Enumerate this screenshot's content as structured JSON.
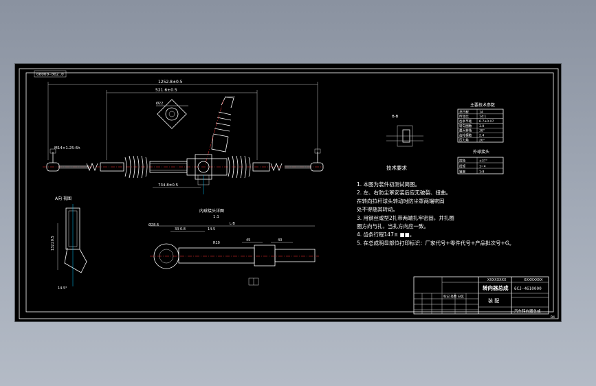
{
  "drawing": {
    "tag_box": "00000-00Z.0",
    "dim_overall": "1252.8±0.5",
    "dim_inner": "521.6±0.5",
    "dim_rack": "734.8±0.5",
    "dim_left": "M14×1.25-6h",
    "view_label_side": "A向 视图",
    "section_title": "内球接头详图",
    "section_scale": "1:1",
    "section_dim_main": "L·B",
    "section_dim_a": "33·0.8",
    "section_dim_b": "14.5",
    "section_dim_c": "45",
    "section_dim_d": "40",
    "section_label_left": "Ø28.6",
    "section_label_r": "R10",
    "small_view_label": "B-B",
    "table1_title": "主要技术参数",
    "table1_rows": [
      {
        "k": "总行程",
        "v": "14"
      },
      {
        "k": "传动比",
        "v": "14:1"
      },
      {
        "k": "齿条节距",
        "v": "6.7±0.07"
      },
      {
        "k": "转向圈数",
        "v": "3.0"
      },
      {
        "k": "最大转角",
        "v": "38°"
      },
      {
        "k": "齿轮模数",
        "v": "2.4"
      },
      {
        "k": "压力角",
        "v": "20°"
      }
    ],
    "table2_title": "外球接头",
    "table2_rows": [
      {
        "k": "摆角",
        "v": "±37°"
      },
      {
        "k": "扭矩",
        "v": "1~4"
      },
      {
        "k": "锥度",
        "v": "1:8"
      }
    ],
    "tech_req_title": "技术要求",
    "notes": [
      "1. 本图为装件初测试简图。",
      "2. 左、右防尘罩安装后应无破裂、扭曲。",
      "   在转向拉杆球头转动时防尘罩两端密固",
      "   处不得随其转动。",
      "3. 用钢丝或型2扎带两端扎牢密固，并扎圈",
      "   圈方向与扎，当扎方向应一致。",
      "4. 齿条行程147±  ■■。",
      "5. 在总成明显部位打印标识：厂家代号+零件代号+产品批次号+G。"
    ],
    "title_block": {
      "company": "XXXXXXXX",
      "drawing_no": "6CJ-4610000",
      "part_name": "转向器总成",
      "drawing_type": "装 配",
      "subtitle": "汽车转向器总成",
      "sheet_label": "XXXXXXXX",
      "approver_label": "标记 处数 分区",
      "sheet_mark": "B4"
    }
  }
}
